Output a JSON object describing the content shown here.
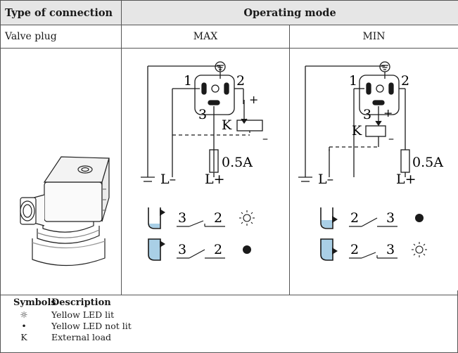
{
  "table": {
    "header_connection": "Type of connection",
    "header_mode": "Operating mode",
    "connection_type": "Valve plug",
    "mode_max": "MAX",
    "mode_min": "MIN"
  },
  "diagram_max": {
    "pin1": "1",
    "pin2": "2",
    "pin3": "3",
    "load_label": "K",
    "plus": "+",
    "minus": "–",
    "fuse": "0.5A",
    "l_minus": "L–",
    "l_plus": "L+",
    "row1_left": "3",
    "row1_right": "2",
    "row2_left": "3",
    "row2_right": "2"
  },
  "diagram_min": {
    "pin1": "1",
    "pin2": "2",
    "pin3": "3",
    "load_label": "K",
    "plus": "+",
    "minus": "–",
    "fuse": "0.5A",
    "l_minus": "L–",
    "l_plus": "L+",
    "row1_left": "2",
    "row1_right": "3",
    "row2_left": "2",
    "row2_right": "3"
  },
  "legend": {
    "symbols_header": "Symbols",
    "description_header": "Description",
    "items": [
      {
        "icon": "led-lit-icon",
        "symbol": "☼",
        "text": "Yellow LED lit"
      },
      {
        "icon": "led-not-lit-icon",
        "symbol": "•",
        "text": "Yellow LED not lit"
      },
      {
        "icon": "external-load-icon",
        "symbol": "K",
        "text": "External load"
      }
    ]
  },
  "colors": {
    "header_bg": "#e6e6e6",
    "liquid": "#a9cfe6",
    "line": "#1a1a1a"
  }
}
